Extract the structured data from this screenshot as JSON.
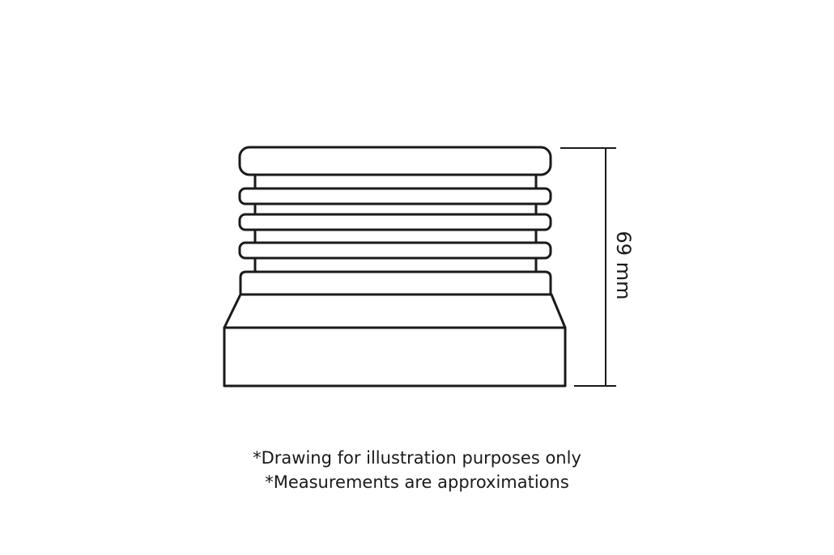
{
  "dimension": {
    "height_label": "69 mm"
  },
  "footnotes": {
    "line1": "*Drawing for illustration purposes only",
    "line2": "*Measurements are approximations"
  },
  "colors": {
    "stroke": "#1a1a1a",
    "background": "#ffffff"
  }
}
